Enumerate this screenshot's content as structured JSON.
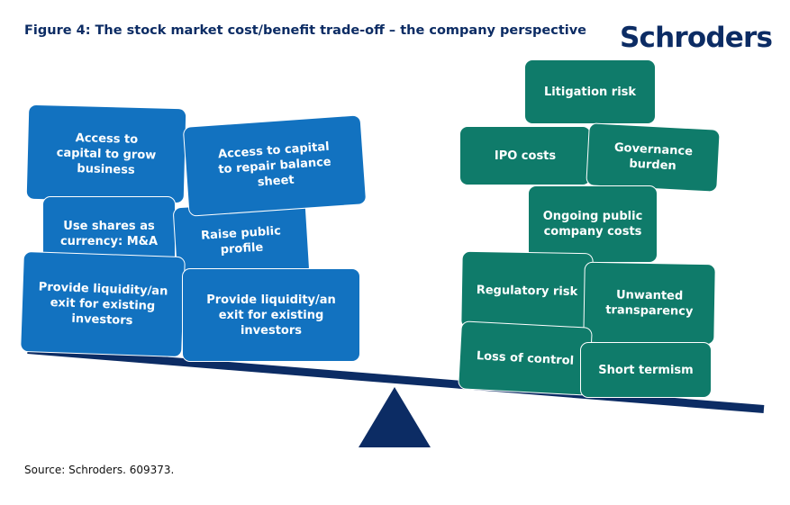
{
  "title": "Figure 4: The stock market cost/benefit trade-off – the company perspective",
  "logo": "Schroders",
  "source": "Source: Schroders. 609373.",
  "colors": {
    "navy": "#0c2c64",
    "benefit_blue": "#1272c0",
    "cost_green": "#0f7b6a"
  },
  "benefits": [
    "Access to capital to grow business",
    "Access to capital to repair balance sheet",
    "Use shares as currency: M&A",
    "Raise public profile",
    "Provide liquidity/an exit for existing investors",
    "Provide liquidity/an exit for existing investors"
  ],
  "costs": [
    "Litigation risk",
    "IPO costs",
    "Governance burden",
    "Ongoing public company costs",
    "Regulatory risk",
    "Unwanted transparency",
    "Loss of control",
    "Short termism"
  ]
}
